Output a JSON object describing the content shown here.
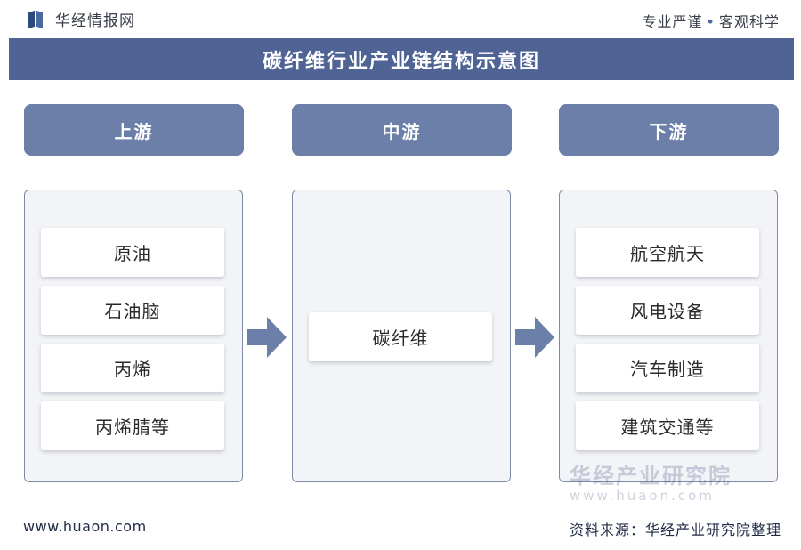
{
  "header": {
    "brand": "华经情报网",
    "slogan_left": "专业严谨",
    "slogan_separator": "•",
    "slogan_right": "客观科学"
  },
  "title": "碳纤维行业产业链结构示意图",
  "stages": [
    {
      "label": "上游",
      "items": [
        "原油",
        "石油脑",
        "丙烯",
        "丙烯腈等"
      ]
    },
    {
      "label": "中游",
      "items": [
        "碳纤维"
      ]
    },
    {
      "label": "下游",
      "items": [
        "航空航天",
        "风电设备",
        "汽车制造",
        "建筑交通等"
      ]
    }
  ],
  "watermark": {
    "text": "华经产业研究院",
    "url": "www.huaon.com"
  },
  "footer": {
    "website": "www.huaon.com",
    "source": "资料来源：华经产业研究院整理"
  },
  "colors": {
    "title_bar": "#4f6395",
    "stage_header": "#6c7fa8",
    "arrow": "#6c7fa8",
    "box_border": "#7f8aa6"
  }
}
